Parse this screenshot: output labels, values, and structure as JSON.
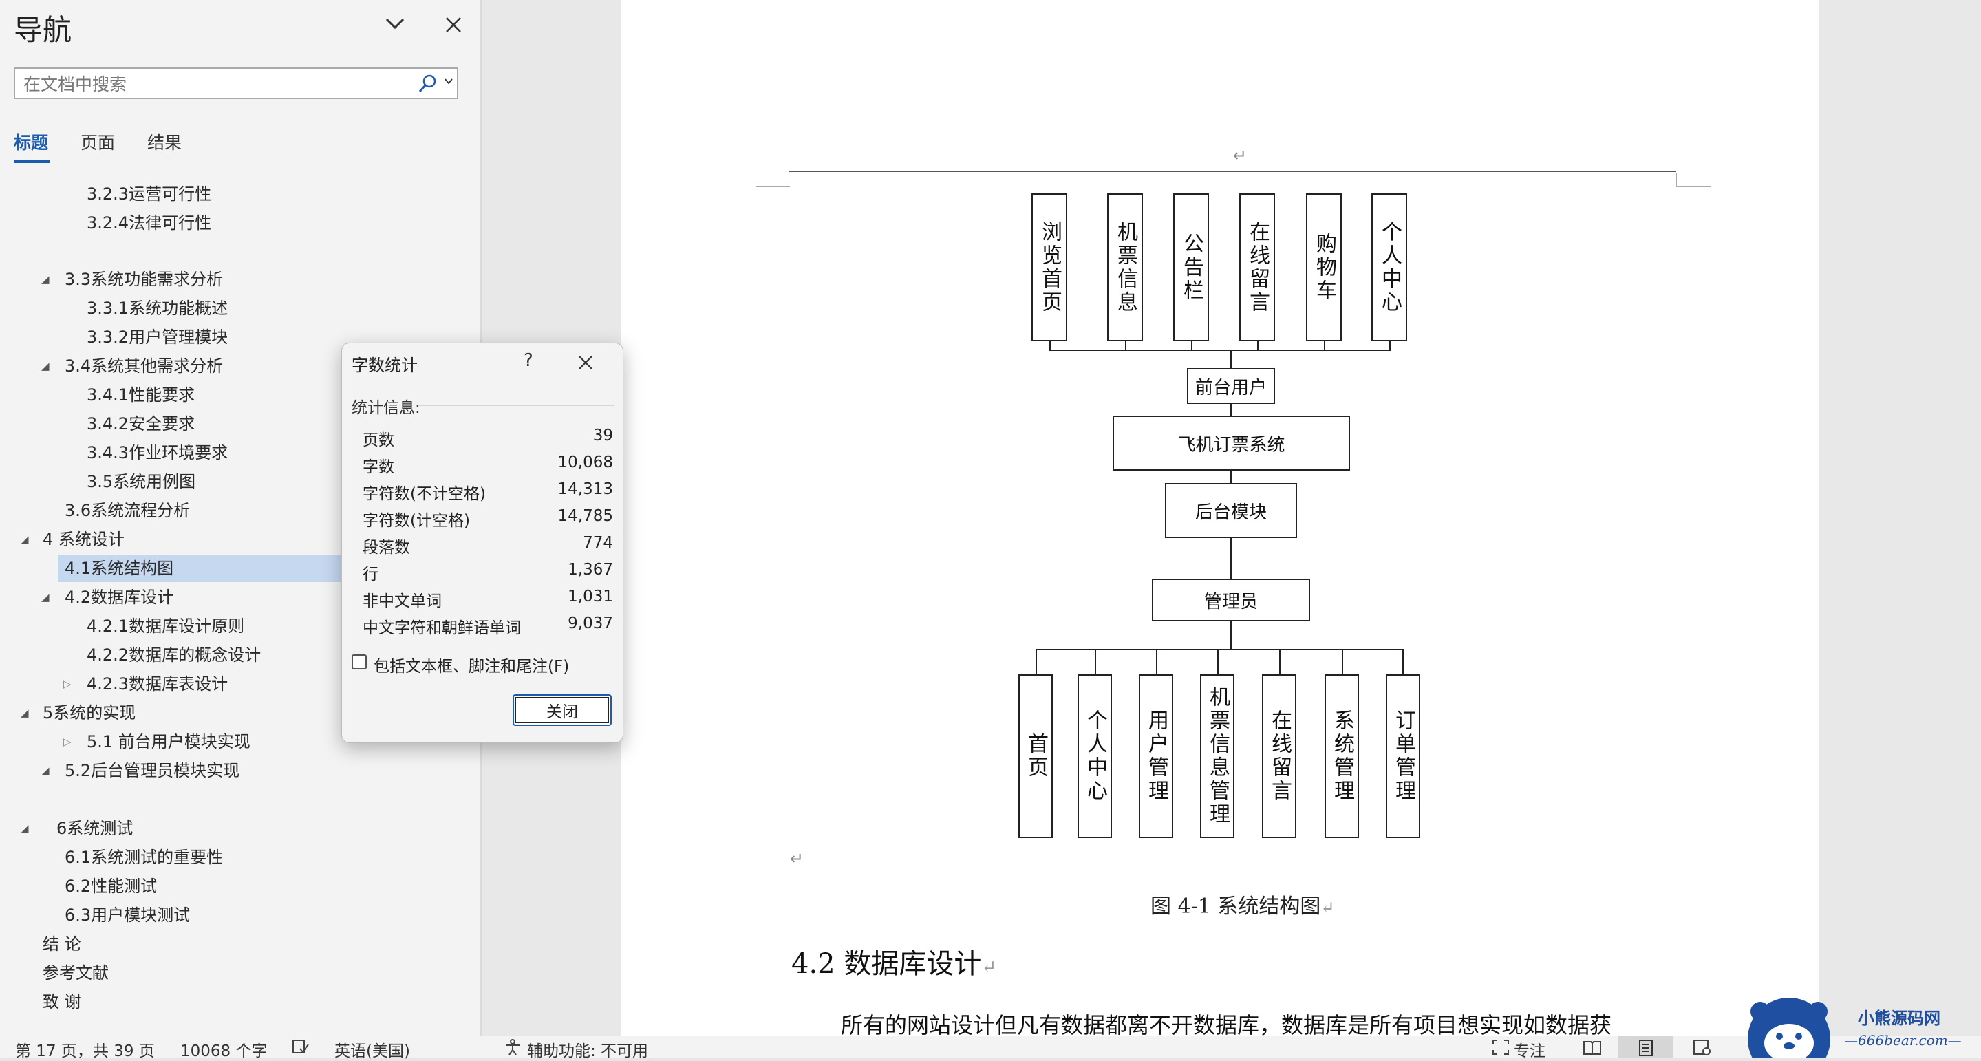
{
  "nav": {
    "title": "导航",
    "search_placeholder": "在文档中搜索",
    "tabs": [
      "标题",
      "页面",
      "结果"
    ],
    "outline": [
      {
        "label": "3.2.3运营可行性"
      },
      {
        "label": "3.2.4法律可行性"
      },
      {
        "label": "3.3系统功能需求分析"
      },
      {
        "label": "3.3.1系统功能概述"
      },
      {
        "label": "3.3.2用户管理模块"
      },
      {
        "label": "3.4系统其他需求分析"
      },
      {
        "label": "3.4.1性能要求"
      },
      {
        "label": "3.4.2安全要求"
      },
      {
        "label": "3.4.3作业环境要求"
      },
      {
        "label": "3.5系统用例图"
      },
      {
        "label": "3.6系统流程分析"
      },
      {
        "label": "4 系统设计"
      },
      {
        "label": "4.1系统结构图"
      },
      {
        "label": "4.2数据库设计"
      },
      {
        "label": "4.2.1数据库设计原则"
      },
      {
        "label": "4.2.2数据库的概念设计"
      },
      {
        "label": "4.2.3数据库表设计"
      },
      {
        "label": "5系统的实现"
      },
      {
        "label": "5.1 前台用户模块实现"
      },
      {
        "label": "5.2后台管理员模块实现"
      },
      {
        "label": "6系统测试"
      },
      {
        "label": "6.1系统测试的重要性"
      },
      {
        "label": "6.2性能测试"
      },
      {
        "label": "6.3用户模块测试"
      },
      {
        "label": "结 论"
      },
      {
        "label": "参考文献"
      },
      {
        "label": "致 谢"
      }
    ]
  },
  "dialog": {
    "title": "字数统计",
    "help": "?",
    "stats_label": "统计信息:",
    "stats": [
      {
        "label": "页数",
        "value": "39"
      },
      {
        "label": "字数",
        "value": "10,068"
      },
      {
        "label": "字符数(不计空格)",
        "value": "14,313"
      },
      {
        "label": "字符数(计空格)",
        "value": "14,785"
      },
      {
        "label": "段落数",
        "value": "774"
      },
      {
        "label": "行",
        "value": "1,367"
      },
      {
        "label": "非中文单词",
        "value": "1,031"
      },
      {
        "label": "中文字符和朝鲜语单词",
        "value": "9,037"
      }
    ],
    "include_label": "包括文本框、脚注和尾注(F)",
    "include_checked": false,
    "close_label": "关闭"
  },
  "document": {
    "diagram": {
      "top_modules": [
        "浏览首页",
        "机票信息",
        "公告栏",
        "在线留言",
        "购物车",
        "个人中心"
      ],
      "front_user": "前台用户",
      "system": "飞机订票系统",
      "backend": "后台模块",
      "admin": "管理员",
      "bottom_modules": [
        "首页",
        "个人中心",
        "用户管理",
        "机票信息管理",
        "在线留言",
        "系统管理",
        "订单管理"
      ]
    },
    "caption": "图 4-1 系统结构图",
    "heading": "4.2 数据库设计",
    "body_text": "所有的网站设计但凡有数据都离不开数据库，数据库是所有项目想实现如数据获"
  },
  "statusbar": {
    "page": "第 17 页，共 39 页",
    "words": "10068 个字",
    "language": "英语(美国)",
    "accessibility": "辅助功能: 不可用",
    "focus": "专注"
  },
  "watermark": {
    "title": "小熊源码网",
    "url": "—666bear.com—"
  }
}
